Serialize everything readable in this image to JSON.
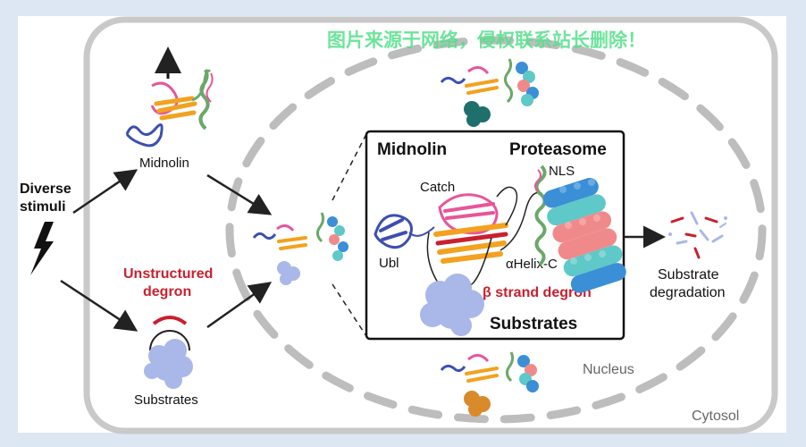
{
  "watermark": "图片来源于网络，侵权联系站长删除！",
  "labels": {
    "diverse_stimuli_line1": "Diverse",
    "diverse_stimuli_line2": "stimuli",
    "midnolin_left": "Midnolin",
    "unstructured_degron_line1": "Unstructured",
    "unstructured_degron_line2": "degron",
    "substrates_left": "Substrates",
    "inset_midnolin": "Midnolin",
    "inset_proteasome": "Proteasome",
    "catch": "Catch",
    "nls": "NLS",
    "ubl": "Ubl",
    "alpha_helix_c": "αHelix-C",
    "beta_strand_degron": "β strand degron",
    "inset_substrates": "Substrates",
    "substrate_degradation_line1": "Substrate",
    "substrate_degradation_line2": "degradation",
    "nucleus": "Nucleus",
    "cytosol": "Cytosol"
  },
  "colors": {
    "cell_border": "#c9c9c9",
    "nucleus_dash": "#bdbdbd",
    "degron_red": "#c8202f",
    "substrate_blue": "#a9b8e8",
    "ubl_blue": "#3c4fb0",
    "catch_pink": "#e8559b",
    "strand_orange": "#f2a21f",
    "proteasome_blue": "#3a8fd6",
    "proteasome_pink": "#f08a8a",
    "proteasome_teal": "#5fc8c8",
    "helix_green": "#6aa86a",
    "dark_teal_substrate": "#1f6f6c",
    "orange_substrate": "#d98a2a",
    "background_blue": "#dde6f3"
  }
}
